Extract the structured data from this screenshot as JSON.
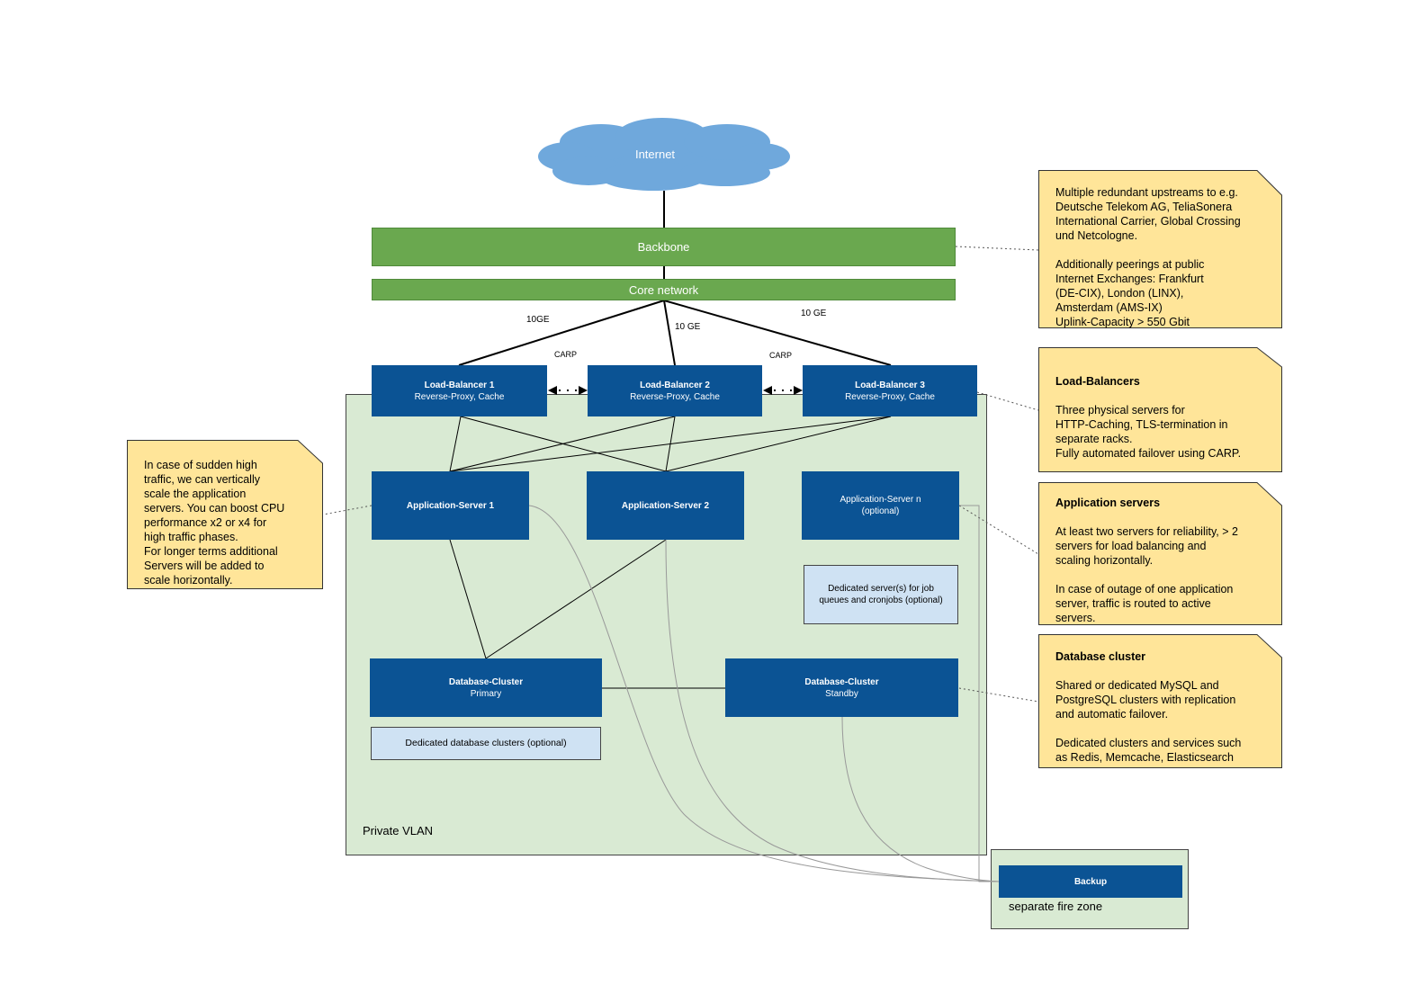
{
  "internet": {
    "label": "Internet"
  },
  "backbone": {
    "label": "Backbone"
  },
  "core": {
    "label": "Core network"
  },
  "links": {
    "lb1": "10GE",
    "lb2": "10 GE",
    "lb3": "10 GE",
    "carp1": "CARP",
    "carp2": "CARP"
  },
  "load_balancers": [
    {
      "title": "Load-Balancer 1",
      "subtitle": "Reverse-Proxy, Cache"
    },
    {
      "title": "Load-Balancer 2",
      "subtitle": "Reverse-Proxy, Cache"
    },
    {
      "title": "Load-Balancer 3",
      "subtitle": "Reverse-Proxy, Cache"
    }
  ],
  "app_servers": [
    {
      "title": "Application-Server 1"
    },
    {
      "title": "Application-Server  2"
    },
    {
      "title": "Application-Server  n",
      "subtitle": "(optional)"
    }
  ],
  "job_servers": {
    "label": "Dedicated server(s) for job queues and cronjobs (optional)"
  },
  "db_primary": {
    "title": "Database-Cluster",
    "subtitle": "Primary"
  },
  "db_standby": {
    "title": "Database-Cluster",
    "subtitle": "Standby"
  },
  "dedicated_db": {
    "label": "Dedicated database clusters (optional)"
  },
  "private_vlan": {
    "label": "Private VLAN"
  },
  "backup": {
    "title": "Backup",
    "zone_label": "separate fire zone"
  },
  "notes": {
    "upstreams": {
      "text": "Multiple redundant upstreams to e.g.\nDeutsche Telekom AG, TeliaSonera\nInternational Carrier, Global Crossing\nund Netcologne.\n\nAdditionally peerings at public\nInternet Exchanges: Frankfurt\n(DE-CIX), London (LINX),\nAmsterdam (AMS-IX)\nUplink-Capacity > 550 Gbit"
    },
    "load_balancers": {
      "title": "Load-Balancers",
      "text": "Three physical servers for\nHTTP-Caching, TLS-termination in\nseparate racks.\nFully automated failover using CARP."
    },
    "app_servers": {
      "title": "Application servers",
      "text": "At least two servers for reliability, > 2\nservers for load balancing and\nscaling horizontally.\n\nIn case of outage of one application\nserver, traffic is routed to active\nservers."
    },
    "database": {
      "title": "Database cluster",
      "text": "Shared or dedicated MySQL and\nPostgreSQL clusters with replication\nand automatic failover.\n\nDedicated clusters and services such\nas Redis, Memcache, Elasticsearch"
    },
    "scaling": {
      "text": "In case of sudden high\ntraffic, we can vertically\nscale the application\nservers. You can boost CPU\nperformance x2 or x4 for\nhigh traffic phases.\nFor longer terms additional\nServers will be added to\nscale horizontally."
    }
  },
  "colors": {
    "node_blue": "#0b5394",
    "green_bar": "#6aa84f",
    "zone_green": "#d9ead3",
    "note_yellow": "#ffe599",
    "light_blue": "#cfe2f3",
    "cloud_blue": "#6fa8dc"
  }
}
